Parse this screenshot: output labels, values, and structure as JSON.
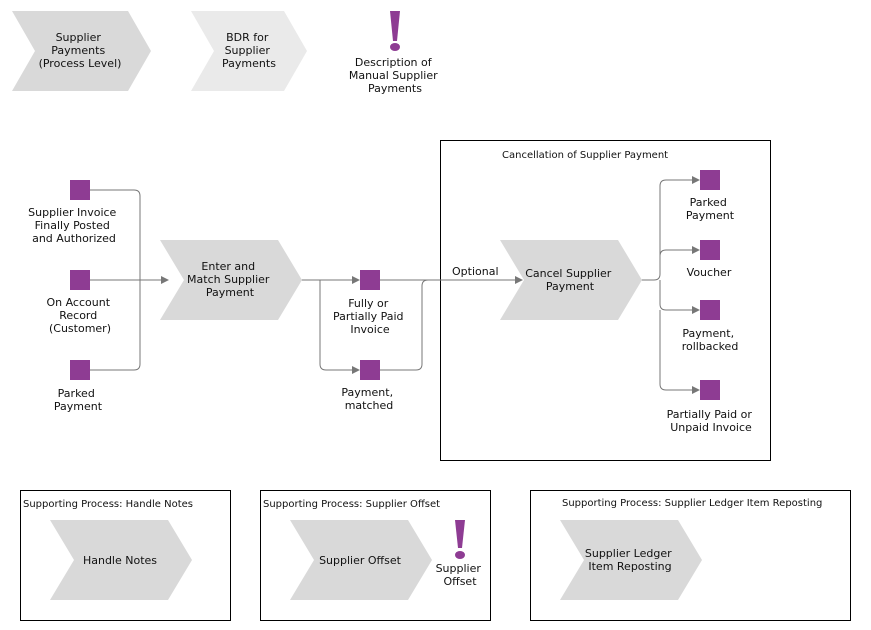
{
  "colors": {
    "event": "#8e3c93",
    "chevron": "#d9d9d9",
    "chevron_light": "#eaeaea",
    "connector": "#777777"
  },
  "header": {
    "process_level": [
      "Supplier",
      "Payments",
      "(Process Level)"
    ],
    "bdr": [
      "BDR for",
      "Supplier",
      "Payments"
    ],
    "manual_description": [
      "Description of",
      "Manual Supplier",
      "Payments"
    ]
  },
  "inputs": [
    {
      "lines": [
        "Supplier Invoice",
        "Finally Posted",
        "and Authorized"
      ]
    },
    {
      "lines": [
        "On Account",
        "Record",
        "(Customer)"
      ]
    },
    {
      "lines": [
        "Parked",
        "Payment"
      ]
    }
  ],
  "enter_match": [
    "Enter and",
    "Match Supplier",
    "Payment"
  ],
  "mid_events": [
    {
      "lines": [
        "Fully or",
        "Partially Paid",
        "Invoice"
      ]
    },
    {
      "lines": [
        "Payment,",
        "matched"
      ]
    }
  ],
  "optional_label": "Optional",
  "cancellation": {
    "title": "Cancellation of Supplier Payment",
    "process": [
      "Cancel Supplier",
      "Payment"
    ],
    "outcomes": [
      {
        "lines": [
          "Parked",
          "Payment"
        ]
      },
      {
        "lines": [
          "Voucher"
        ]
      },
      {
        "lines": [
          "Payment,",
          "rollbacked"
        ]
      },
      {
        "lines": [
          "Partially Paid or",
          "Unpaid Invoice"
        ]
      }
    ]
  },
  "supporting": [
    {
      "title": "Supporting Process: Handle Notes",
      "process": [
        "Handle Notes"
      ]
    },
    {
      "title": "Supporting Process: Supplier Offset",
      "process": [
        "Supplier Offset"
      ],
      "note": [
        "Supplier",
        "Offset"
      ]
    },
    {
      "title": "Supporting Process: Supplier Ledger Item Reposting",
      "process": [
        "Supplier Ledger",
        "Item Reposting"
      ]
    }
  ]
}
